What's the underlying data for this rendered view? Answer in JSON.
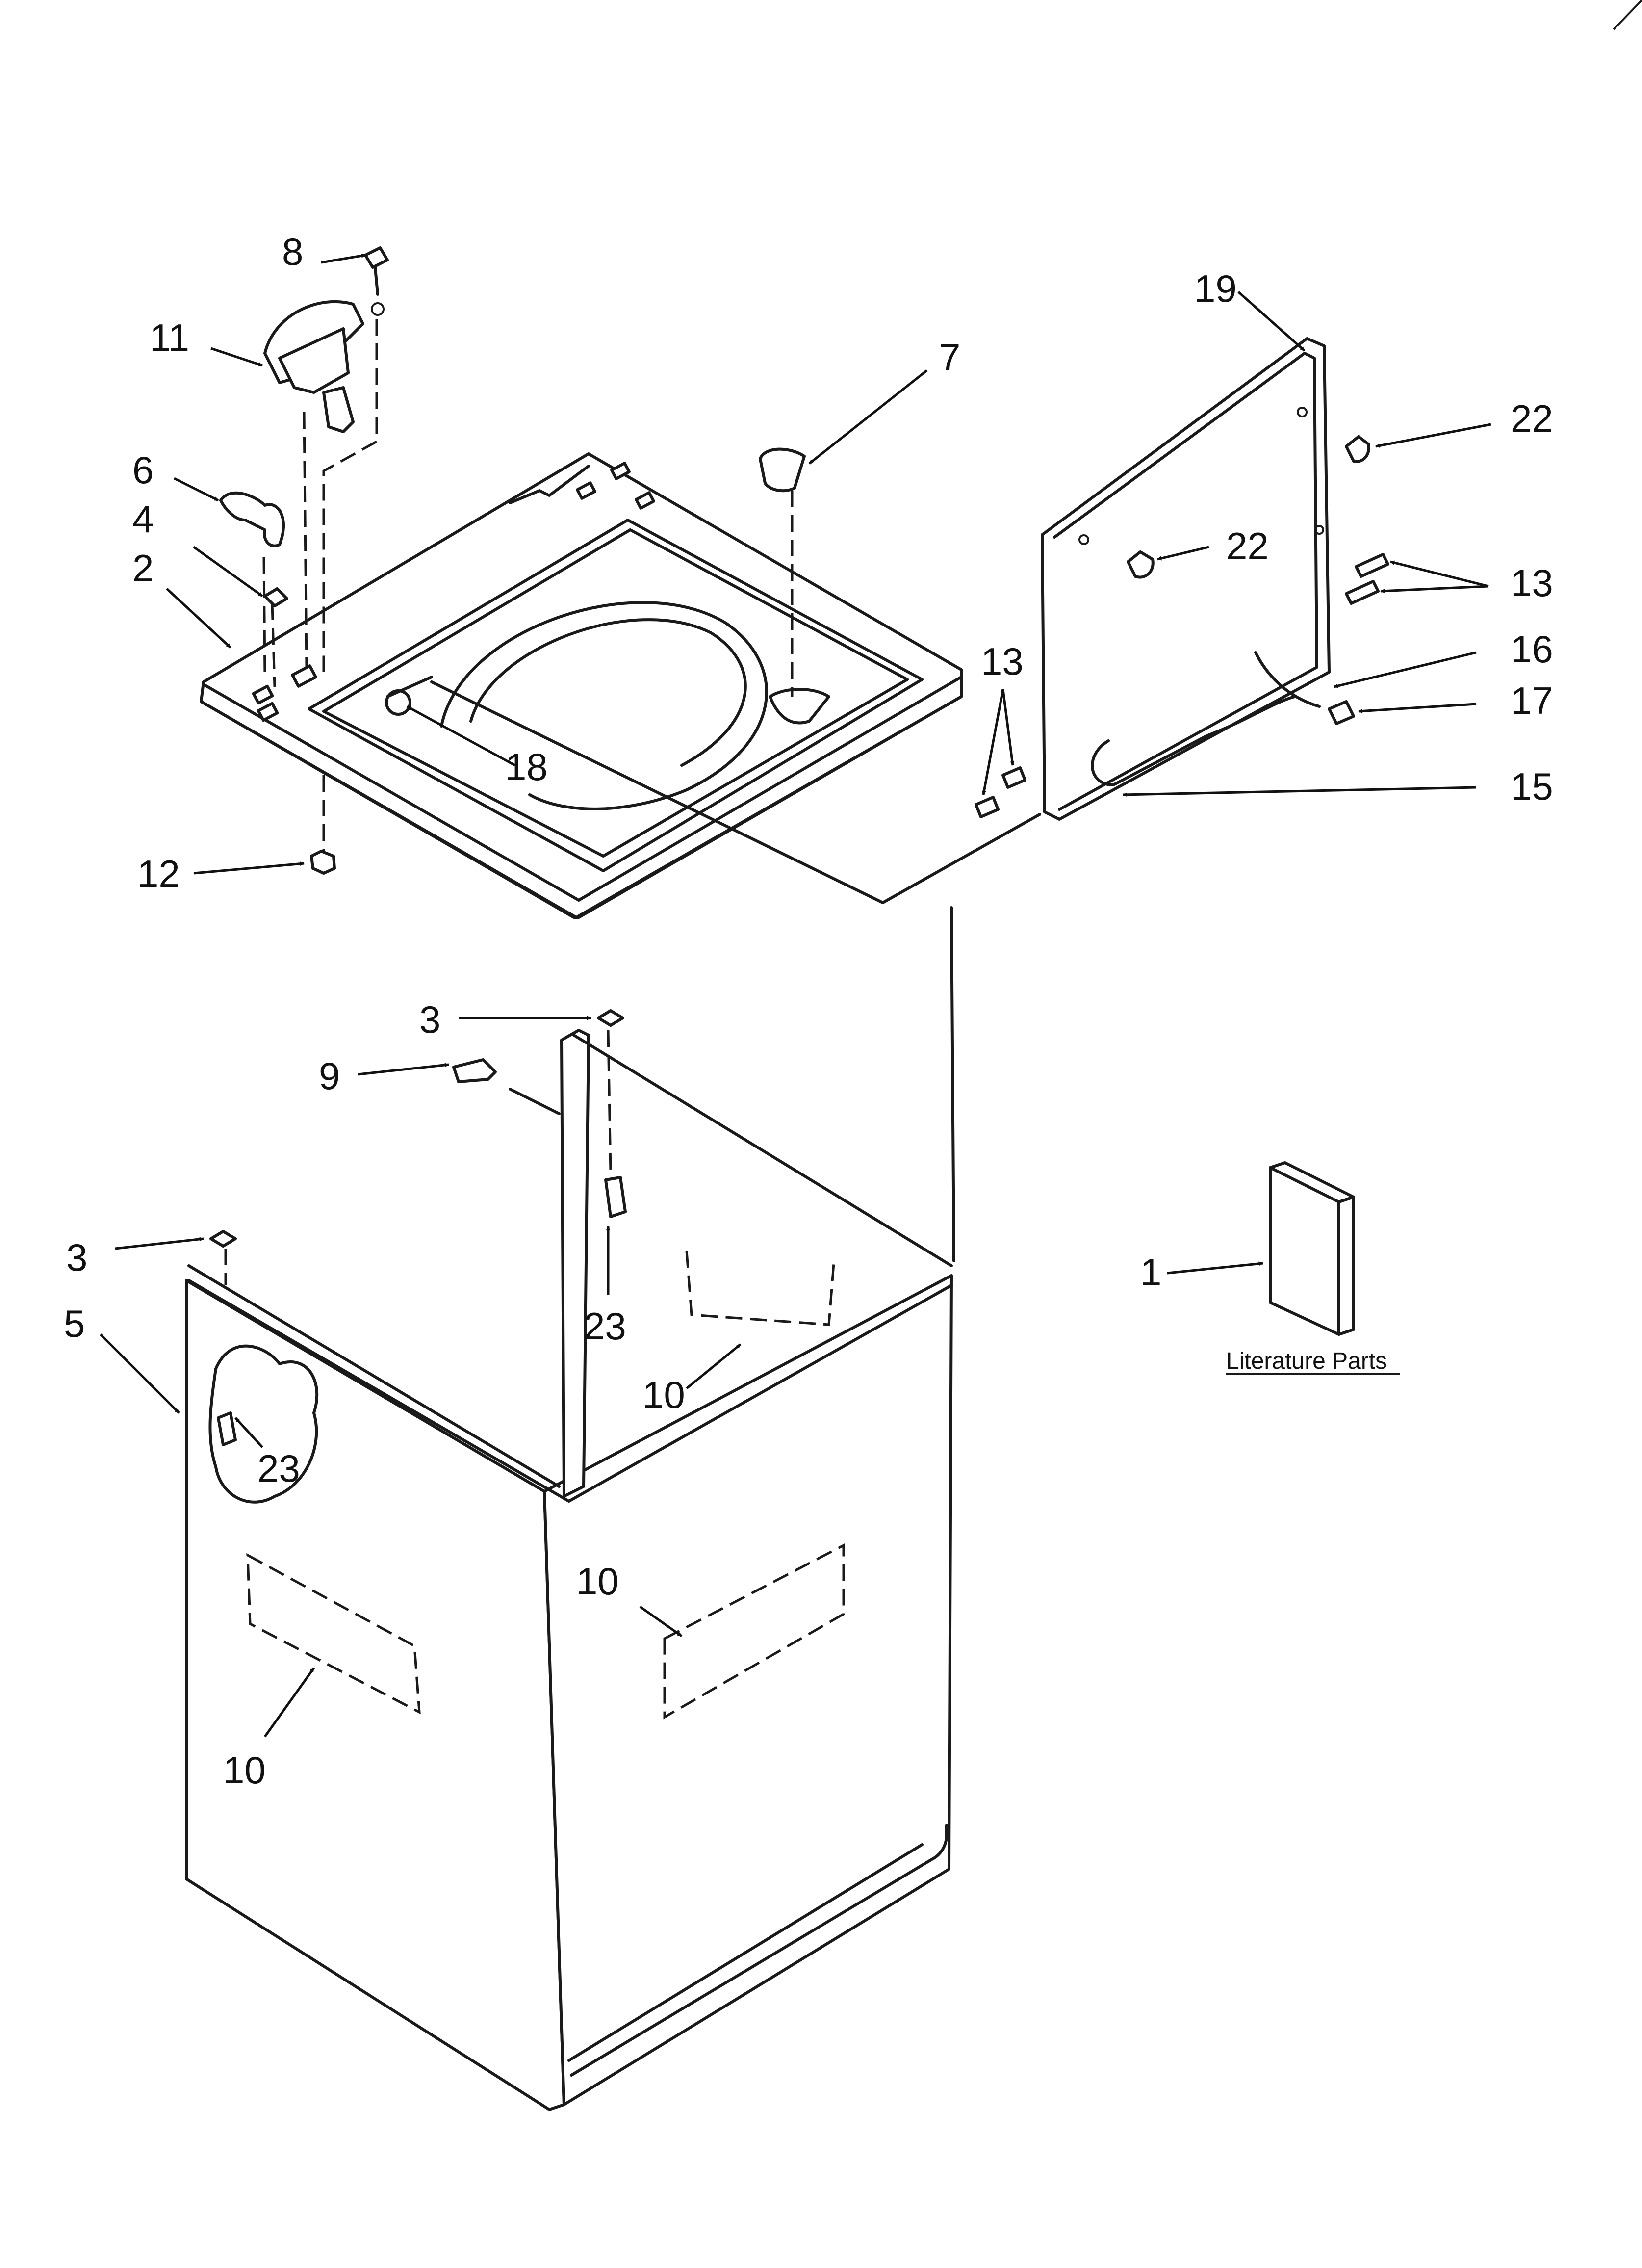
{
  "callouts": {
    "c1": "1",
    "c2": "2",
    "c3a": "3",
    "c3b": "3",
    "c4": "4",
    "c5": "5",
    "c6": "6",
    "c7": "7",
    "c8": "8",
    "c9": "9",
    "c10a": "10",
    "c10b": "10",
    "c10c": "10",
    "c11": "11",
    "c12": "12",
    "c13a": "13",
    "c13b": "13",
    "c15": "15",
    "c16": "16",
    "c17": "17",
    "c18": "18",
    "c19": "19",
    "c22a": "22",
    "c22b": "22",
    "c23a": "23",
    "c23b": "23"
  },
  "literature": {
    "label": "Literature Parts"
  }
}
